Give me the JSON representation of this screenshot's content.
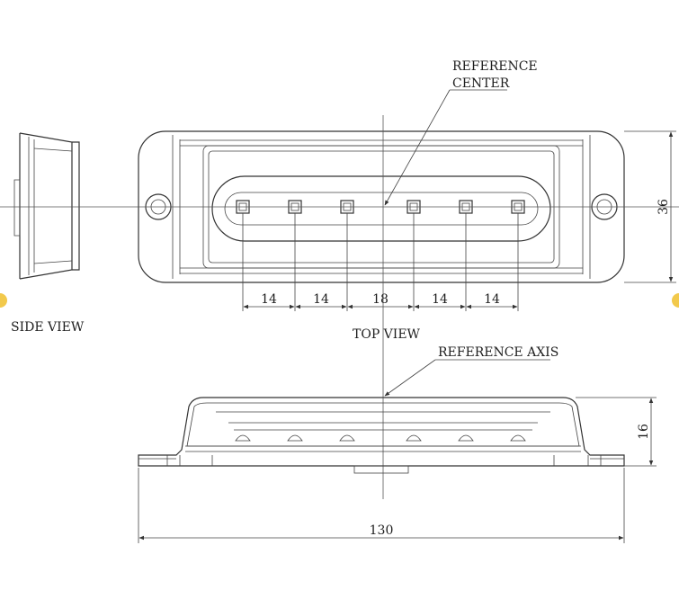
{
  "labels": {
    "reference_center_line1": "REFERENCE",
    "reference_center_line2": "CENTER",
    "side_view": "SIDE VIEW",
    "top_view": "TOP VIEW",
    "reference_axis": "REFERENCE AXIS"
  },
  "dimensions": {
    "spacings": [
      "14",
      "14",
      "18",
      "14",
      "14"
    ],
    "height": "36",
    "depth": "16",
    "length": "130"
  },
  "colors": {
    "line": "#333333",
    "marker": "#f2c94c"
  }
}
